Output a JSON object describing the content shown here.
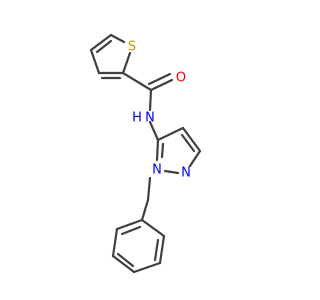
{
  "molecule": {
    "atoms": {
      "sulfur": "S",
      "oxygen": "O",
      "amide_nh": "N",
      "amide_h": "H",
      "pyrazole_n1": "N",
      "pyrazole_n2": "N"
    },
    "colors": {
      "bond": "#404040",
      "sulfur": "#b8a000",
      "oxygen": "#ff0000",
      "nitrogen": "#0000ff"
    }
  }
}
